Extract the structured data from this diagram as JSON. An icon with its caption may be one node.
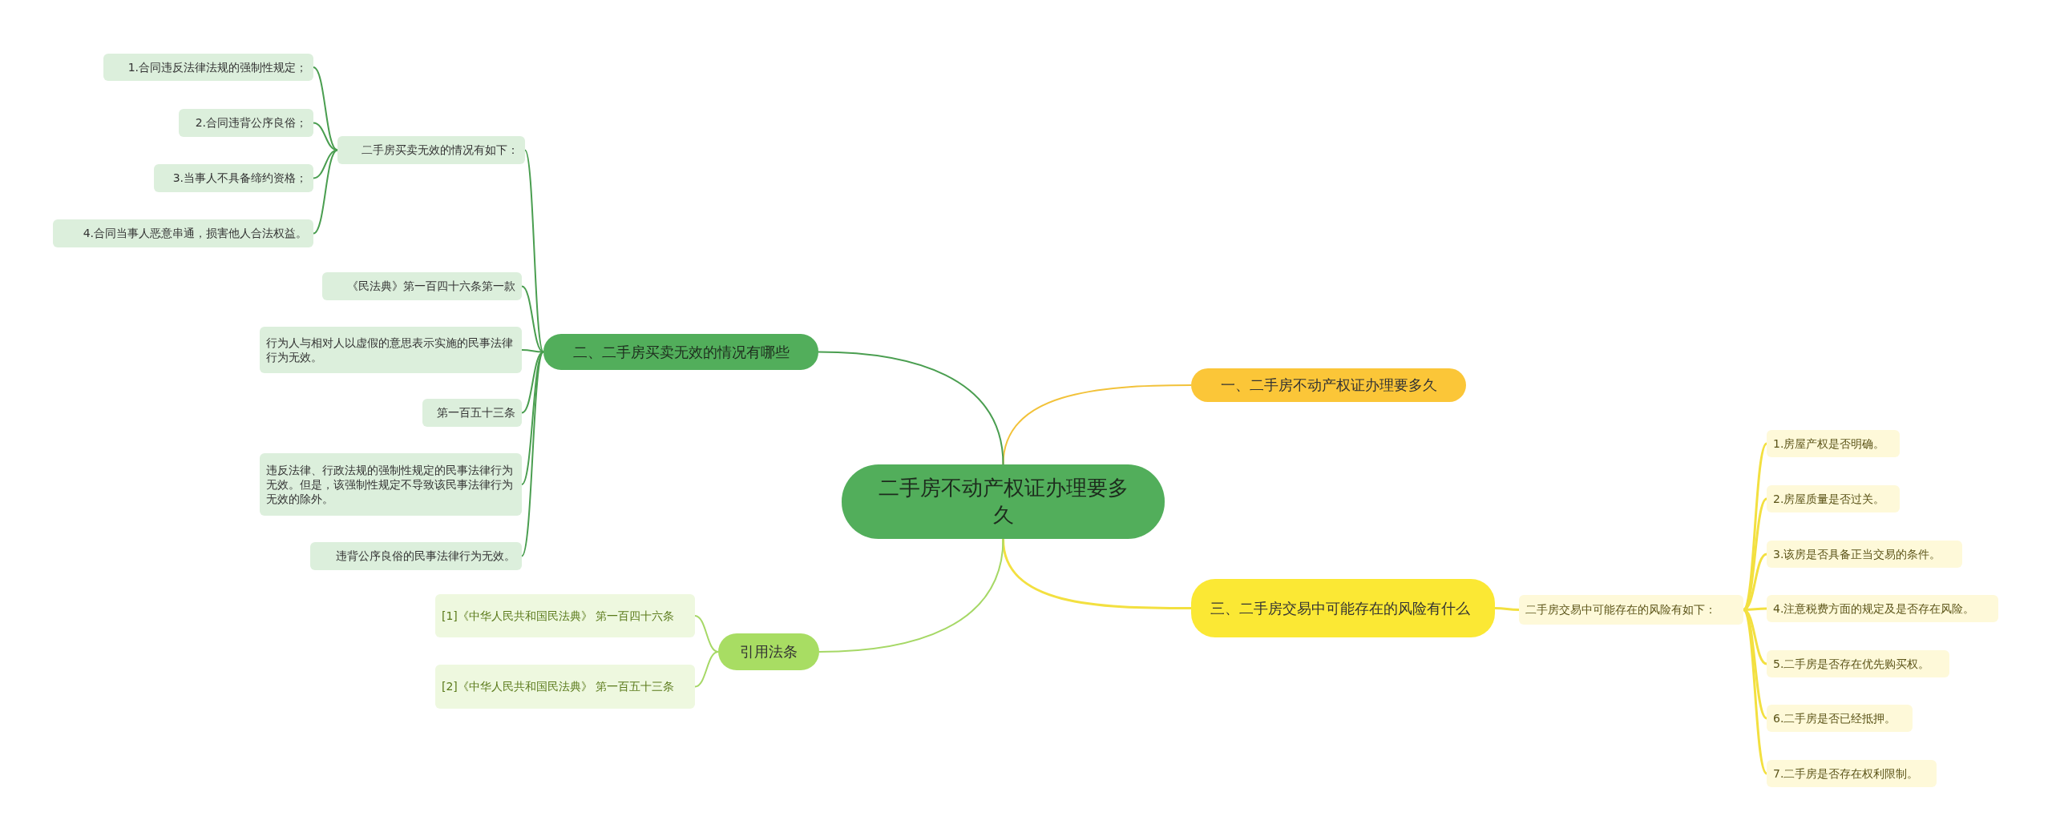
{
  "diagram": {
    "nodes": [
      {
        "text": [
          "二手房不动产权证办理要多久"
        ]
      },
      {
        "text": [
          "一、二手房不动产权证办理要多久"
        ]
      },
      {
        "text": [
          "三、二手房交易中可能存在的风险有什么"
        ]
      },
      {
        "text": [
          "二手房交易中可能存在的风险有如下："
        ]
      },
      {
        "text": [
          "1.房屋产权是否明确。"
        ]
      },
      {
        "text": [
          "2.房屋质量是否过关。"
        ]
      },
      {
        "text": [
          "3.该房是否具备正当交易的条件。"
        ]
      },
      {
        "text": [
          "4.注意税费方面的规定及是否存在风险。"
        ]
      },
      {
        "text": [
          "5.二手房是否存在优先购买权。"
        ]
      },
      {
        "text": [
          "6.二手房是否已经抵押。"
        ]
      },
      {
        "text": [
          "7.二手房是否存在权利限制。"
        ]
      },
      {
        "text": [
          "二、二手房买卖无效的情况有哪些"
        ]
      },
      {
        "text": [
          "二手房买卖无效的情况有如下："
        ]
      },
      {
        "text": [
          "1.合同违反法律法规的强制性规定；"
        ]
      },
      {
        "text": [
          "2.合同违背公序良俗；"
        ]
      },
      {
        "text": [
          "3.当事人不具备缔约资格；"
        ]
      },
      {
        "text": [
          "4.合同当事人恶意串通，损害他人合法权益。"
        ]
      },
      {
        "text": [
          "《民法典》第一百四十六条第一款"
        ]
      },
      {
        "text": [
          "行为人与相对人以虚假的意思表示实施的民事法律行为无效。"
        ]
      },
      {
        "text": [
          "第一百五十三条"
        ]
      },
      {
        "text": [
          "违反法律、行政法规的强制性规定的民事法律行为无效。但是，该强制性规定不导致该民事法律行为无效的除外。"
        ]
      },
      {
        "text": [
          "违背公序良俗的民事法律行为无效。"
        ]
      },
      {
        "text": [
          "引用法条"
        ]
      },
      {
        "text": [
          "[1]《中华人民共和国民法典》 第一百四十六条"
        ]
      },
      {
        "text": [
          "[2]《中华人民共和国民法典》 第一百五十三条"
        ]
      }
    ],
    "edges": [
      {
        "from": 0,
        "to": 1,
        "arrow": "none",
        "color": "#f2c23a"
      },
      {
        "from": 0,
        "to": 2,
        "arrow": "none",
        "color": "#f3e040"
      },
      {
        "from": 2,
        "to": 3,
        "arrow": "none",
        "color": "#f3e040"
      },
      {
        "from": 3,
        "to": 4,
        "arrow": "none",
        "color": "#f3e040"
      },
      {
        "from": 3,
        "to": 5,
        "arrow": "none",
        "color": "#f3e040"
      },
      {
        "from": 3,
        "to": 6,
        "arrow": "none",
        "color": "#f3e040"
      },
      {
        "from": 3,
        "to": 7,
        "arrow": "none",
        "color": "#f3e040"
      },
      {
        "from": 3,
        "to": 8,
        "arrow": "none",
        "color": "#f3e040"
      },
      {
        "from": 3,
        "to": 9,
        "arrow": "none",
        "color": "#f3e040"
      },
      {
        "from": 3,
        "to": 10,
        "arrow": "none",
        "color": "#f3e040"
      },
      {
        "from": 0,
        "to": 11,
        "arrow": "none"
      },
      {
        "from": 11,
        "to": 12,
        "arrow": "none"
      },
      {
        "from": 12,
        "to": 13,
        "arrow": "none"
      },
      {
        "from": 12,
        "to": 14,
        "arrow": "none"
      },
      {
        "from": 12,
        "to": 15,
        "arrow": "none"
      },
      {
        "from": 12,
        "to": 16,
        "arrow": "none"
      },
      {
        "from": 11,
        "to": 17,
        "arrow": "none"
      },
      {
        "from": 11,
        "to": 18,
        "arrow": "none"
      },
      {
        "from": 11,
        "to": 19,
        "arrow": "none"
      },
      {
        "from": 11,
        "to": 20,
        "arrow": "none"
      },
      {
        "from": 11,
        "to": 21,
        "arrow": "none"
      },
      {
        "from": 0,
        "to": 22,
        "arrow": "none",
        "color": "#a6d866"
      },
      {
        "from": 22,
        "to": 23,
        "arrow": "none",
        "color": "#a6d866"
      },
      {
        "from": 22,
        "to": 24,
        "arrow": "none",
        "color": "#a6d866"
      }
    ]
  }
}
